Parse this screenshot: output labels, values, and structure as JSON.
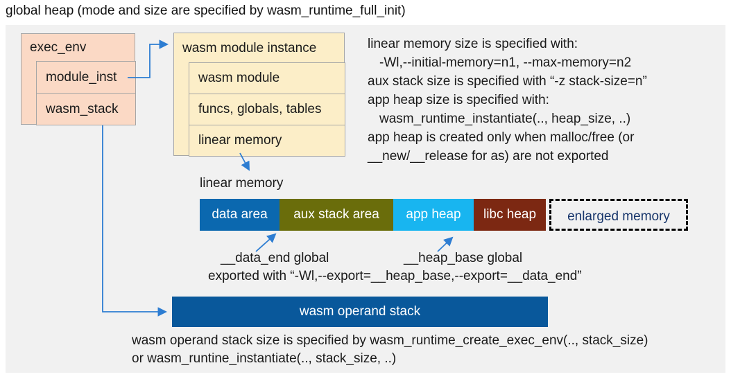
{
  "title": "global heap (mode and size are specified by wasm_runtime_full_init)",
  "exec_env_box": {
    "header": "exec_env",
    "rows": [
      {
        "label": "module_inst"
      },
      {
        "label": "wasm_stack"
      }
    ]
  },
  "module_instance_box": {
    "header": "wasm module instance",
    "rows": [
      {
        "label": "wasm module"
      },
      {
        "label": "funcs, globals, tables"
      },
      {
        "label": "linear memory"
      }
    ]
  },
  "notes": {
    "lines": [
      "linear memory size is specified with:",
      "-Wl,--initial-memory=n1, --max-memory=n2",
      "aux stack size is specified with “-z stack-size=n”",
      "app heap size is specified with:",
      "wasm_runtime_instantiate(.., heap_size, ..)",
      "app heap is created only when malloc/free (or",
      "__new/__release for as) are not exported"
    ]
  },
  "linear_memory": {
    "label": "linear memory",
    "segments": [
      {
        "name": "data-area",
        "label": "data area",
        "color": "#0b68af"
      },
      {
        "name": "aux-stack-area",
        "label": "aux stack area",
        "color": "#6a6d0b"
      },
      {
        "name": "app-heap",
        "label": "app heap",
        "color": "#18b5f0"
      },
      {
        "name": "libc-heap",
        "label": "libc heap",
        "color": "#7c2812"
      },
      {
        "name": "enlarged-memory",
        "label": "enlarged memory",
        "color": "dashed-outline"
      }
    ]
  },
  "annotations": {
    "data_end": "__data_end global",
    "heap_base": "__heap_base global",
    "export_note": "exported with “-Wl,--export=__heap_base,--export=__data_end”"
  },
  "operand_stack": {
    "label": "wasm operand stack"
  },
  "footer": {
    "line1": "wasm operand stack size is specified by wasm_runtime_create_exec_env(.., stack_size)",
    "line2": "or wasm_runtine_instantiate(.., stack_size, ..)"
  },
  "colors": {
    "panel_bg": "#f1f1f1",
    "exec_env_box": "#fbd9c5",
    "module_instance_box": "#fceec8",
    "box_border": "#a6a6a6",
    "operand_stack": "#09589b",
    "enlarged_memory_text": "#17356b",
    "arrow": "#2d7dd2"
  }
}
